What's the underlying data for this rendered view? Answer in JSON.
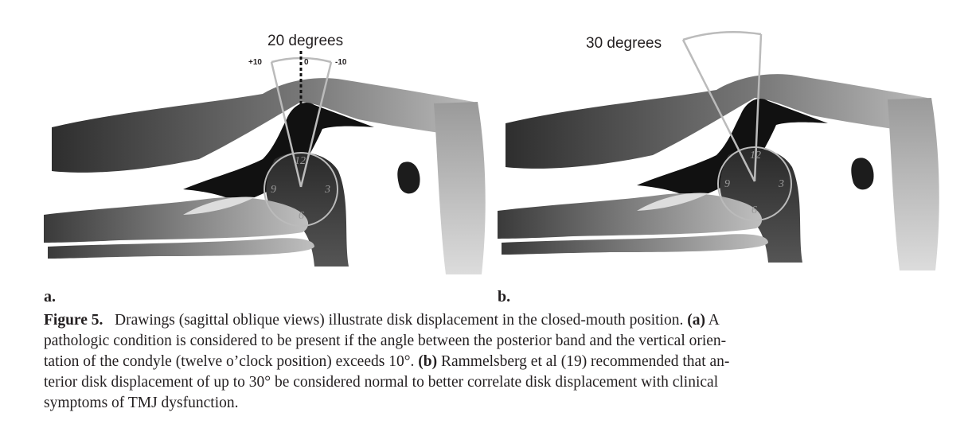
{
  "panels": [
    {
      "label": "a.",
      "angle_title": "20 degrees",
      "ticks": [
        "+10",
        "0",
        "-10"
      ],
      "clock": [
        "12",
        "3",
        "6",
        "9"
      ]
    },
    {
      "label": "b.",
      "angle_title": "30 degrees",
      "clock": [
        "12",
        "3",
        "6",
        "9"
      ]
    }
  ],
  "caption": {
    "fig_label": "Figure 5.",
    "line1": "Drawings (sagittal oblique views) illustrate disk displacement in the closed-mouth position.",
    "a_mark": "(a)",
    "line1_end": "A",
    "line2": "pathologic condition is considered to be present if the angle between the posterior band and the vertical orien-",
    "line3": "tation of the condyle (twelve o’clock position) exceeds 10°.",
    "b_mark": "(b)",
    "line3_end": "Rammelsberg et al (19) recommended that an-",
    "line4": "terior disk displacement of up to 30° be considered normal to better correlate disk displacement with clinical",
    "line5": "symptoms of TMJ dysfunction."
  }
}
